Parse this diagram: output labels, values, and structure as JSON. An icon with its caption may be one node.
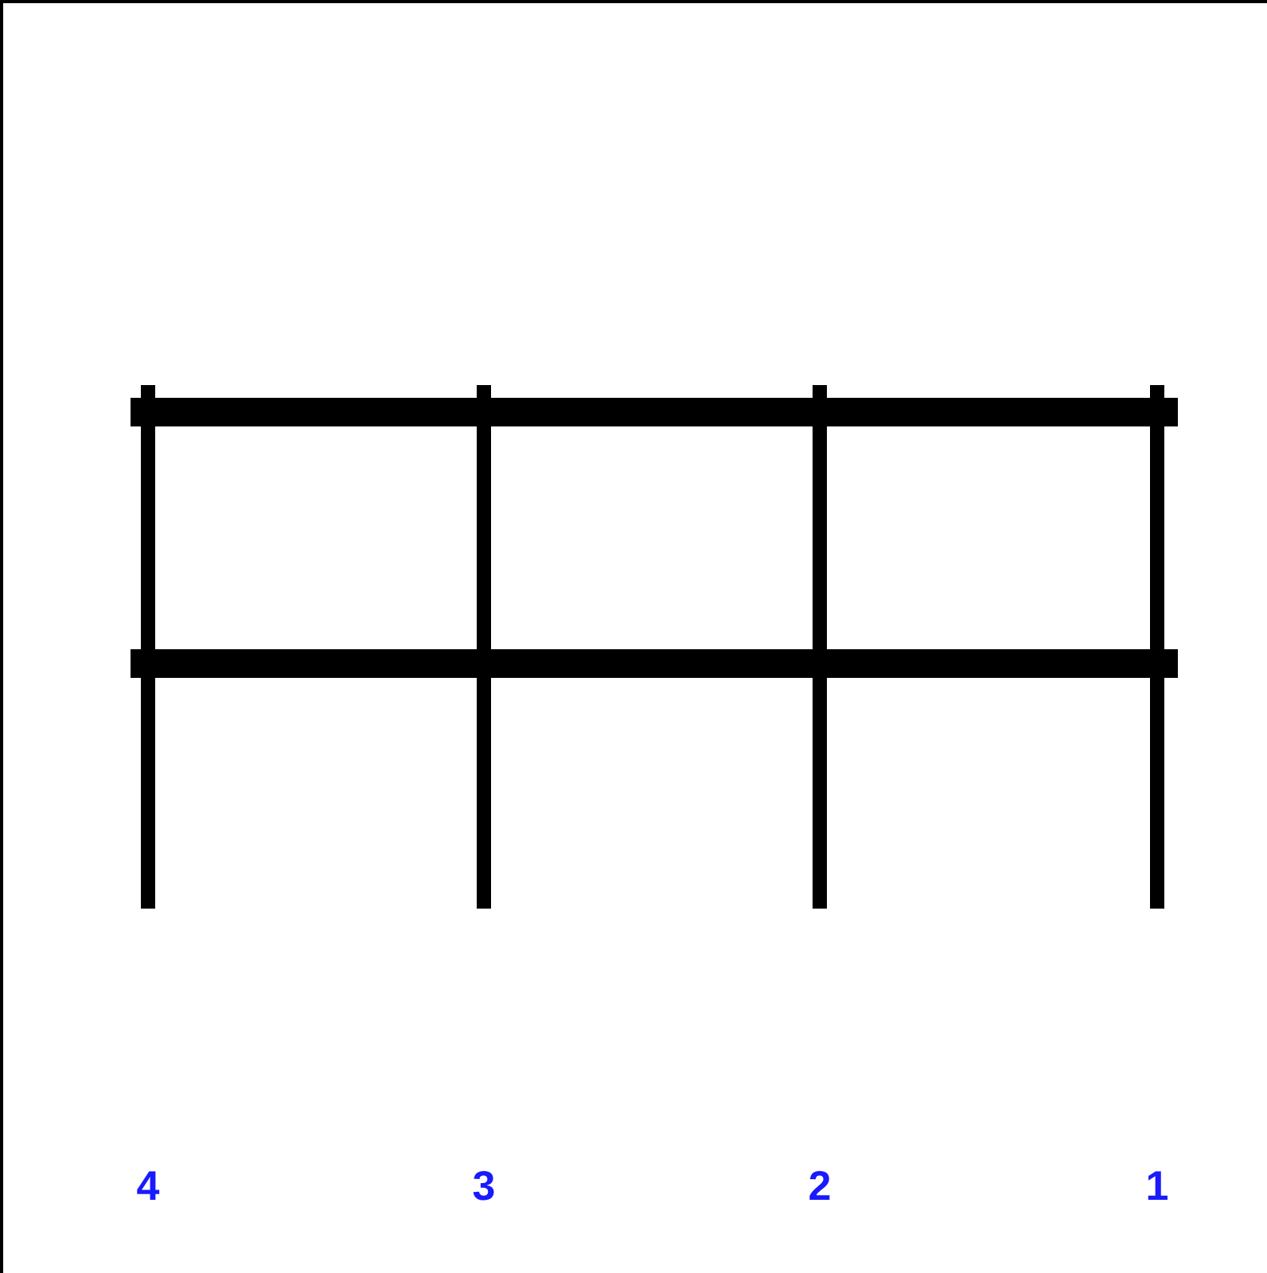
{
  "diagram": {
    "labels": [
      "4",
      "3",
      "2",
      "1"
    ]
  }
}
